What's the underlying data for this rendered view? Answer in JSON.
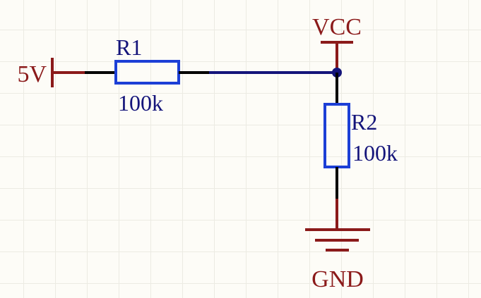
{
  "schematic": {
    "power_5v": {
      "label": "5V"
    },
    "power_vcc": {
      "label": "VCC"
    },
    "ground": {
      "label": "GND"
    },
    "resistors": [
      {
        "designator": "R1",
        "value": "100k"
      },
      {
        "designator": "R2",
        "value": "100k"
      }
    ]
  },
  "colors": {
    "background": "#fdfcf7",
    "grid": "#ecebe3",
    "power_symbol": "#8b1a1a",
    "power_text": "#8b1a1a",
    "wire": "#14147a",
    "component_body": "#1c3fd6",
    "component_text": "#14147a",
    "pin": "#000000",
    "junction": "#14147a"
  }
}
